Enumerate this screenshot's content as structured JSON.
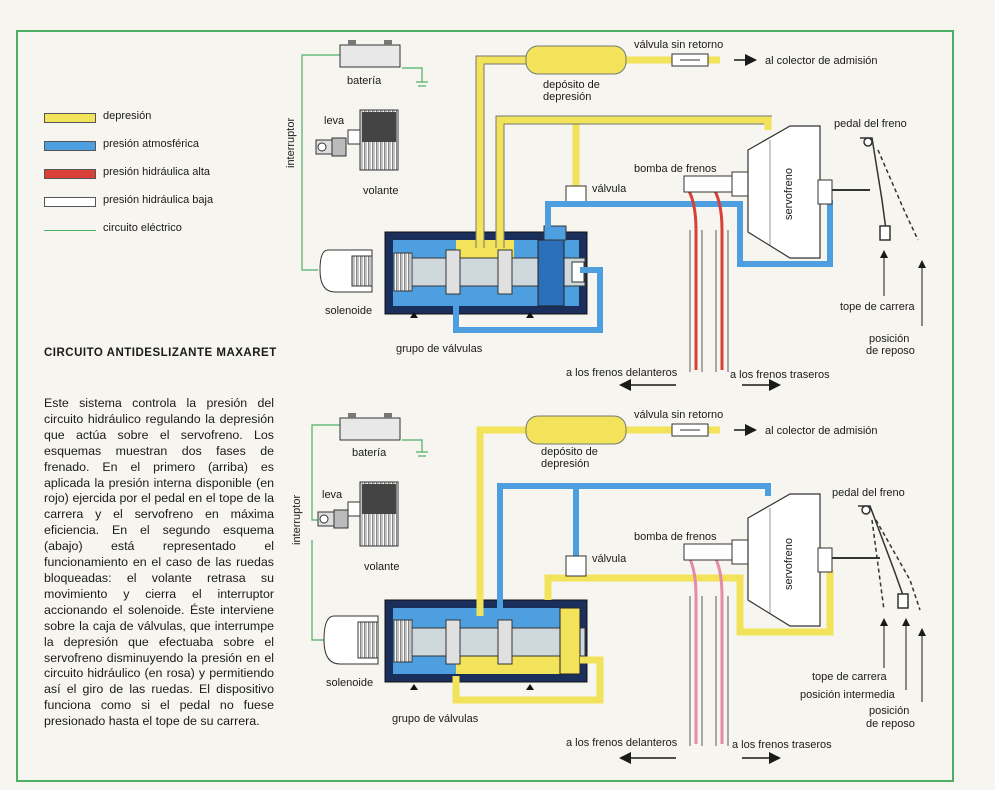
{
  "legend": {
    "items": [
      {
        "label": "depresión",
        "color": "#f2e35a"
      },
      {
        "label": "presión atmosférica",
        "color": "#4d9fe0"
      },
      {
        "label": "presión hidráulica alta",
        "color": "#d9403a"
      },
      {
        "label": "presión hidráulica baja",
        "color": "#ffffff"
      },
      {
        "label": "circuito eléctrico",
        "color": "#4caf63"
      }
    ]
  },
  "title": "CIRCUITO ANTIDESLIZANTE MAXARET",
  "description": "Este sistema controla la presión del circuito hidráulico regulando la depresión que actúa sobre el servofreno. Los esquemas muestran dos fases de frenado. En el primero (arriba) es aplicada la presión interna disponible (en rojo) ejercida por el pedal en el tope de la carrera y el servofreno en máxima eficiencia. En el segundo esquema (abajo) está representado el funcionamiento en el caso de las ruedas bloqueadas: el volante retrasa su movimiento y cierra el interruptor accionando el solenoide. Éste interviene sobre la caja de válvulas, que interrumpe la depresión que efectuaba sobre el servofreno disminuyendo la presión en el circuito hidráulico (en rosa) y permitiendo así el giro de las ruedas. El dispositivo funciona como si el pedal no fuese presionado hasta el tope de su carrera.",
  "top": {
    "valvula_sin_retorno": "válvula sin retorno",
    "colector": "al colector de admisión",
    "deposito_1": "depósito de",
    "deposito_2": "depresión",
    "bateria": "batería",
    "leva": "leva",
    "interruptor": "interruptor",
    "volante": "volante",
    "bomba": "bomba de frenos",
    "valvula": "válvula",
    "servofreno": "servofreno",
    "pedal": "pedal del freno",
    "solenoide": "solenoide",
    "grupo": "grupo de válvulas",
    "tope": "tope de carrera",
    "posicion_1": "posición",
    "posicion_2": "de reposo",
    "delanteros": "a los frenos delanteros",
    "traseros": "a los frenos traseros"
  },
  "bottom": {
    "valvula_sin_retorno": "válvula sin retorno",
    "colector": "al colector de admisión",
    "deposito_1": "depósito de",
    "deposito_2": "depresión",
    "bateria": "batería",
    "leva": "leva",
    "interruptor": "interruptor",
    "volante": "volante",
    "bomba": "bomba de frenos",
    "valvula": "válvula",
    "servofreno": "servofreno",
    "pedal": "pedal del freno",
    "solenoide": "solenoide",
    "grupo": "grupo de válvulas",
    "tope": "tope de carrera",
    "intermedia": "posición intermedia",
    "posicion_1": "posición",
    "posicion_2": "de reposo",
    "delanteros": "a los frenos delanteros",
    "traseros": "a los frenos traseros"
  },
  "colors": {
    "yellow": "#f2e35a",
    "blue": "#4d9fe0",
    "red": "#d9403a",
    "pink": "#e58aa8",
    "green": "#4caf63",
    "navy": "#1b2f5c"
  }
}
